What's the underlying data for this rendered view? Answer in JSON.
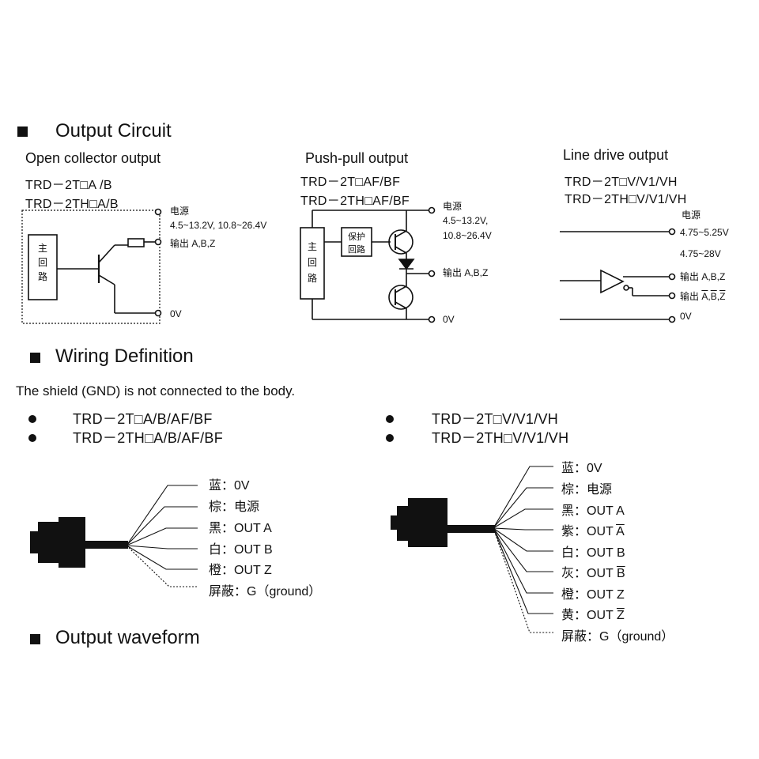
{
  "sections": {
    "output_circuit": "Output Circuit",
    "wiring_definition": "Wiring Definition",
    "output_waveform": "Output waveform"
  },
  "open_collector": {
    "title": "Open collector output",
    "model1": "TRD－2T□A /B",
    "model2": "TRD－2TH□A/B",
    "power_label": "电源",
    "voltage": "4.5~13.2V, 10.8~26.4V",
    "output": "输出 A,B,Z",
    "zero": "0V",
    "block": [
      "主",
      "回",
      "路"
    ]
  },
  "push_pull": {
    "title": "Push-pull output",
    "model1": "TRD－2T□AF/BF",
    "model2": "TRD－2TH□AF/BF",
    "power_label": "电源",
    "voltage1": "4.5~13.2V,",
    "voltage2": "10.8~26.4V",
    "output": "输出 A,B,Z",
    "zero": "0V",
    "block": [
      "主",
      "回",
      "路"
    ],
    "protect": [
      "保护",
      "回路"
    ]
  },
  "line_drive": {
    "title": "Line drive output",
    "model1": "TRD－2T□V/V1/VH",
    "model2": "TRD－2TH□V/V1/VH",
    "power_label": "电源",
    "voltage1": "4.75~5.25V",
    "voltage2": "4.75~28V",
    "output1": "输出 A,B,Z",
    "output2_prefix": "输出",
    "output2_a": "A",
    "output2_b": "B",
    "output2_z": "Z",
    "zero": "0V"
  },
  "wiring": {
    "note": "The shield (GND) is not connected to the body.",
    "left_models": [
      "TRD－2T□A/B/AF/BF",
      "TRD－2TH□A/B/AF/BF"
    ],
    "right_models": [
      "TRD－2T□V/V1/VH",
      "TRD－2TH□V/V1/VH"
    ],
    "left_wires": [
      {
        "color": "蓝：",
        "signal": "0V"
      },
      {
        "color": "棕：",
        "signal": "电源"
      },
      {
        "color": "黑：",
        "signal": "OUT A"
      },
      {
        "color": "白：",
        "signal": "OUT B"
      },
      {
        "color": "橙：",
        "signal": "OUT Z"
      },
      {
        "color": "屏蔽：",
        "signal": "G（ground）"
      }
    ],
    "right_wires": [
      {
        "color": "蓝：",
        "signal": "0V"
      },
      {
        "color": "棕：",
        "signal": "电源"
      },
      {
        "color": "黑：",
        "signal": "OUT A"
      },
      {
        "color": "紫：",
        "signal": "OUT ",
        "bar": "A"
      },
      {
        "color": "白：",
        "signal": "OUT B"
      },
      {
        "color": "灰：",
        "signal": "OUT ",
        "bar": "B"
      },
      {
        "color": "橙：",
        "signal": "OUT Z"
      },
      {
        "color": "黄：",
        "signal": "OUT ",
        "bar": "Z"
      },
      {
        "color": "屏蔽：",
        "signal": "G（ground）"
      }
    ]
  }
}
